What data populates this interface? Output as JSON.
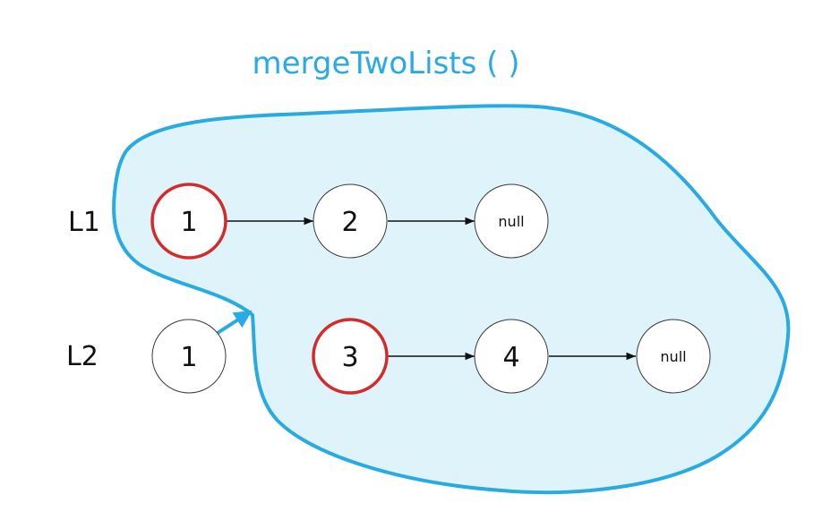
{
  "title": "mergeTwoLists ( )",
  "colors": {
    "accent": "#29abe2",
    "region_fill": "#dff3fb",
    "highlight": "#d42a2a",
    "node_stroke": "#3a3a3a",
    "arrow": "#111111",
    "text": "#111111"
  },
  "lists": [
    {
      "label": "L1",
      "nodes": [
        {
          "value": "1",
          "highlighted": true
        },
        {
          "value": "2",
          "highlighted": false
        },
        {
          "value": "null",
          "highlighted": false
        }
      ]
    },
    {
      "label": "L2",
      "nodes": [
        {
          "value": "1",
          "highlighted": false
        },
        {
          "value": "3",
          "highlighted": true
        },
        {
          "value": "4",
          "highlighted": false
        },
        {
          "value": "null",
          "highlighted": false
        }
      ]
    }
  ]
}
